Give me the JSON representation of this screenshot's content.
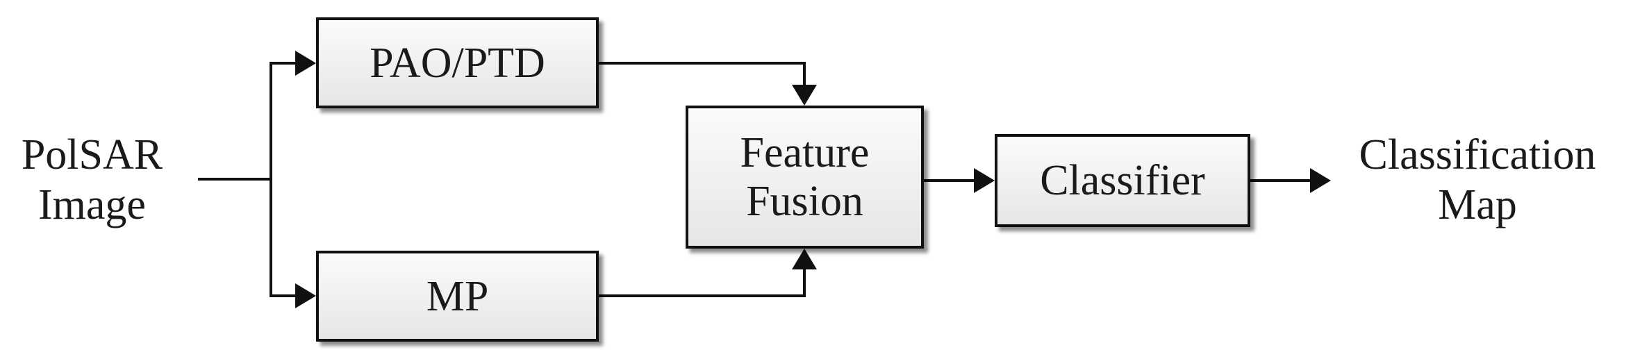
{
  "input": {
    "line1": "PolSAR",
    "line2": "Image"
  },
  "nodes": {
    "pao_ptd": {
      "label": "PAO/PTD"
    },
    "mp": {
      "label": "MP"
    },
    "feature_fusion": {
      "line1": "Feature",
      "line2": "Fusion"
    },
    "classifier": {
      "label": "Classifier"
    }
  },
  "output": {
    "line1": "Classification",
    "line2": "Map"
  },
  "colors": {
    "stroke": "#111111",
    "box_fill_top": "#fbfbfb",
    "box_fill_bottom": "#e6e6e6"
  }
}
